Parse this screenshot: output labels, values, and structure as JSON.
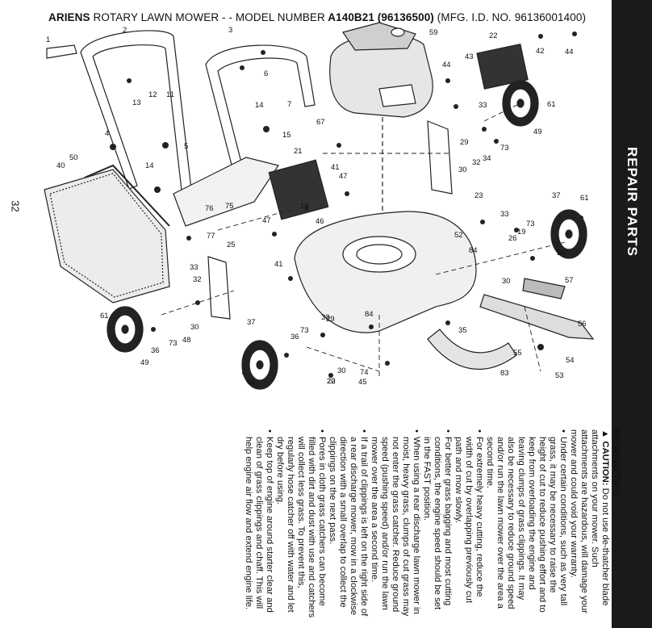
{
  "header": {
    "brand": "ARIENS",
    "title_mid": "ROTARY LAWN MOWER - - MODEL NUMBER",
    "model": "A140B21 (96136500)",
    "mfg": "(MFG. I.D. NO. 96136001400)"
  },
  "sidebar": {
    "label": "REPAIR PARTS"
  },
  "page_number": "32",
  "diagram": {
    "callouts": [
      "1",
      "2",
      "3",
      "4",
      "5",
      "6",
      "7",
      "11",
      "12",
      "13",
      "14",
      "14",
      "15",
      "18",
      "19",
      "20",
      "21",
      "22",
      "22",
      "23",
      "25",
      "26",
      "29",
      "29",
      "30",
      "30",
      "30",
      "30",
      "32",
      "32",
      "33",
      "33",
      "33",
      "33",
      "34",
      "35",
      "36",
      "36",
      "36",
      "37",
      "37",
      "40",
      "41",
      "41",
      "42",
      "43",
      "44",
      "44",
      "45",
      "46",
      "47",
      "47",
      "48",
      "49",
      "49",
      "50",
      "52",
      "53",
      "54",
      "55",
      "56",
      "57",
      "59",
      "61",
      "61",
      "61",
      "61",
      "67",
      "73",
      "73",
      "73",
      "73",
      "74",
      "75",
      "76",
      "77",
      "83",
      "84",
      "84"
    ]
  },
  "tips": {
    "heading": "MOWING TIPS",
    "caution_label": "▲ CAUTION:",
    "caution_text": " Do not use de-thatcher blade attachments on your mower. Such attachments are hazardous, will damage your mower and could void your warranty.",
    "bullets": [
      "Under certain conditions, such as very tall grass, it may be necessary to raise the height of cut to reduce pushing effort and to keep from overloading the engine and leaving clumps of grass clippings. It may also be necessary to reduce ground speed and/or run the lawn mower over the area a second time.",
      "For extremely heavy cutting, reduce the width of cut by overlapping previously cut path and mow slowly.",
      "For better grass bagging and most cutting conditions, the engine speed should be set in the FAST position.",
      "When using a rear discharge lawn mower in moist, heavy grass, clumps of cut grass may not enter the grass catcher. Reduce ground speed (pushing speed) and/or run the lawn mower over the area a second time.",
      "If a trail of clippings is left on the right side of a rear discharge mower, mow in a clockwise direction with a small overlap to collect the clippings on the next pass.",
      "Pores in cloth grass catchers can become filled with dirt and dust with use and catchers will collect less grass. To prevent this, regularly hose catcher off with water and let dry before using.",
      "Keep top of engine around starter clear and clean of grass clippings and chaff. This will help engine air flow and extend engine life."
    ]
  }
}
